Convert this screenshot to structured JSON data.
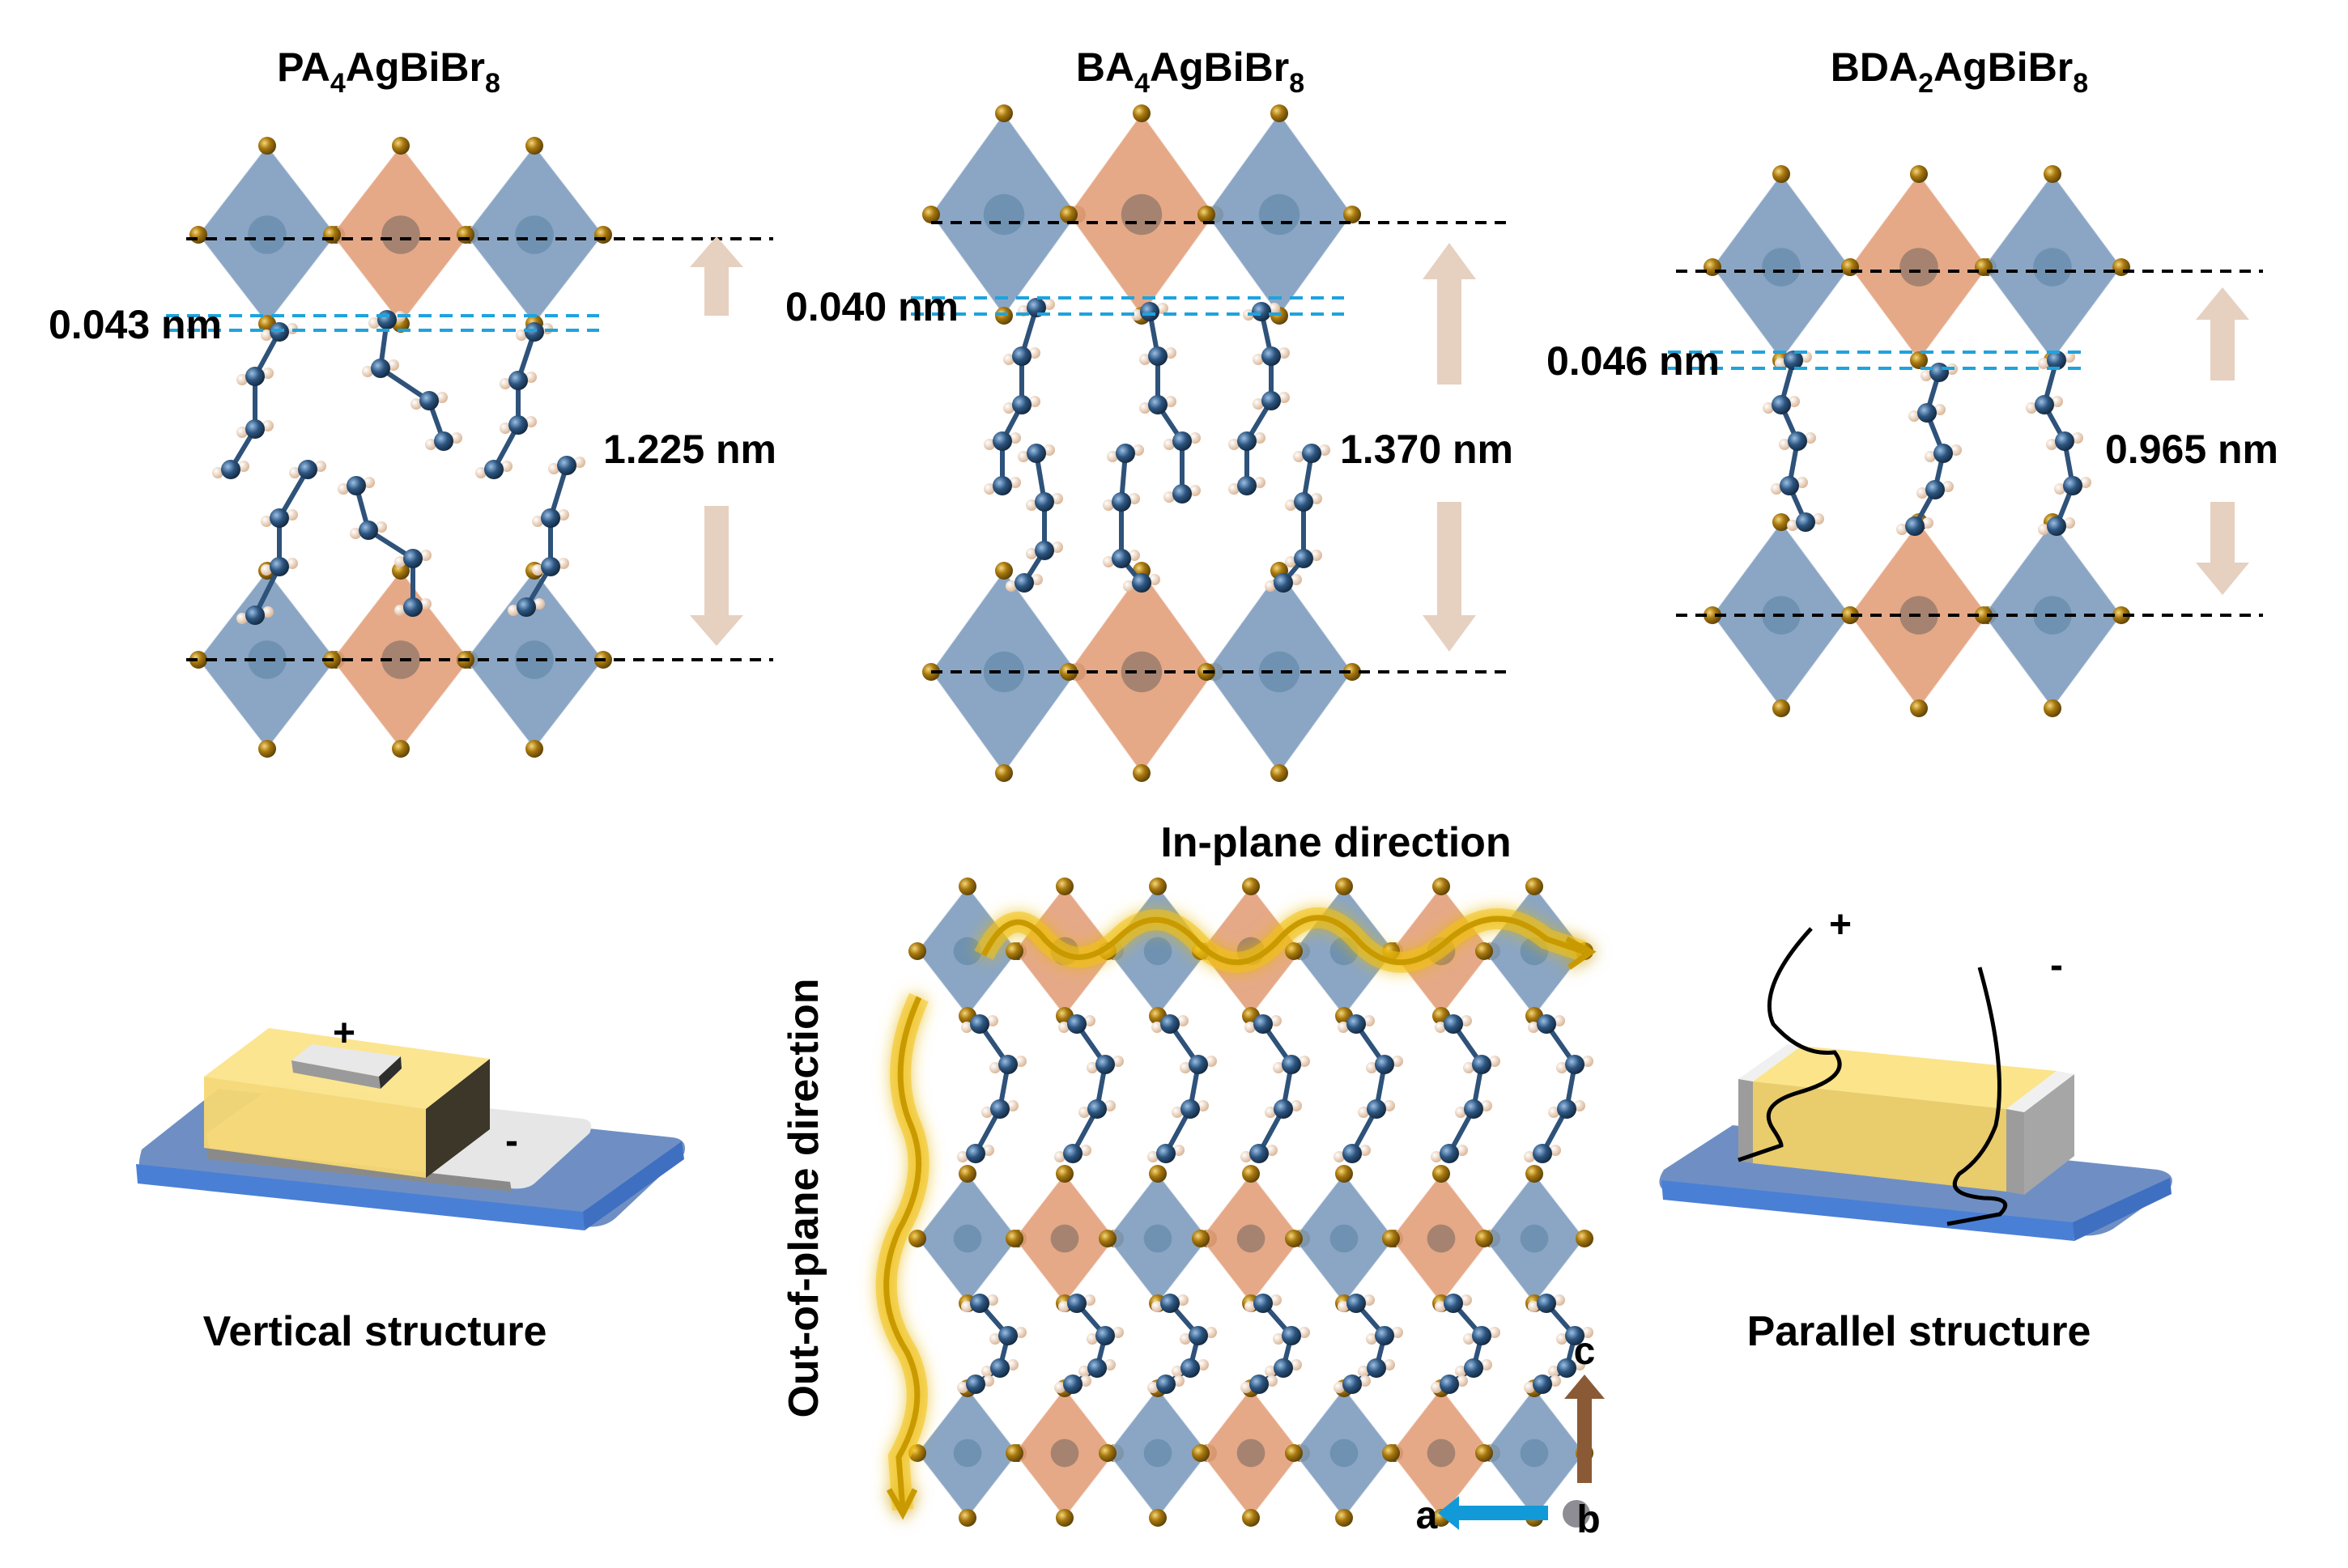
{
  "figure": {
    "panels": [
      {
        "id": "pa4",
        "title": {
          "prefix": "PA",
          "sub1": "4",
          "mid": "AgBiBr",
          "sub2": "8"
        },
        "hbond_gap_label": "0.043 nm",
        "interlayer_distance_label": "1.225 nm"
      },
      {
        "id": "ba4",
        "title": {
          "prefix": "BA",
          "sub1": "4",
          "mid": "AgBiBr",
          "sub2": "8"
        },
        "hbond_gap_label": "0.040 nm",
        "interlayer_distance_label": "1.370 nm"
      },
      {
        "id": "bda2",
        "title": {
          "prefix": "BDA",
          "sub1": "2",
          "mid": "AgBiBr",
          "sub2": "8"
        },
        "hbond_gap_label": "0.046 nm",
        "interlayer_distance_label": "0.965 nm"
      }
    ],
    "devices": {
      "vertical": {
        "caption": "Vertical structure",
        "plus": "+",
        "minus": "-"
      },
      "parallel": {
        "caption": "Parallel structure",
        "plus": "+",
        "minus": "-"
      }
    },
    "lattice": {
      "in_plane_label": "In-plane direction",
      "out_of_plane_label": "Out-of-plane direction",
      "axes": {
        "c": "c",
        "a": "a",
        "b": "b"
      }
    },
    "colors": {
      "ag_octahedron": "#e3a07c",
      "bi_octahedron": "#7f9dbe",
      "br_atom": "#9a6b12",
      "carbon_atom": "#2e5279",
      "hydrogen_atom": "#f1d3b6",
      "distance_arrow": "#e6d0c0",
      "hbond_line": "#1ea3dc",
      "transport_path": "#d9a400",
      "substrate": "#4a7fd6",
      "perovskite_film": "#f7dc7a",
      "electrode": "#e4e4e4",
      "axis_c": "#8a5a36",
      "axis_a": "#129ad8"
    }
  }
}
